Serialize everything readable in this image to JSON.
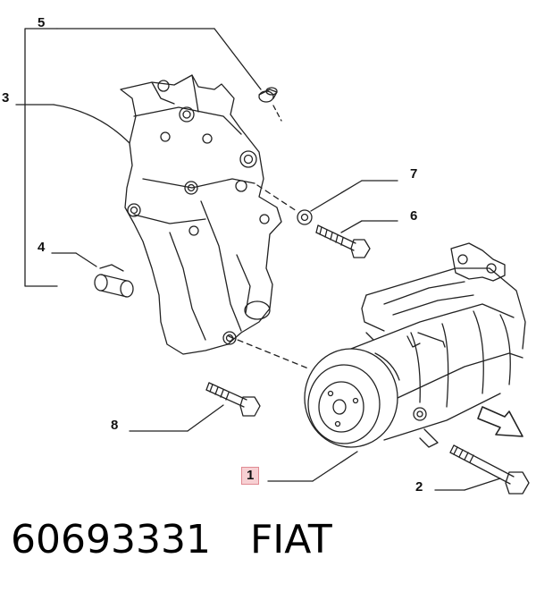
{
  "callouts": {
    "c1": "1",
    "c2": "2",
    "c3": "3",
    "c4": "4",
    "c5": "5",
    "c6": "6",
    "c7": "7",
    "c8": "8"
  },
  "caption": {
    "part_number": "60693331",
    "brand": "FIAT"
  },
  "colors": {
    "line": "#222222",
    "highlight_fill": "#f7d0d3",
    "highlight_border": "#e08a92"
  }
}
